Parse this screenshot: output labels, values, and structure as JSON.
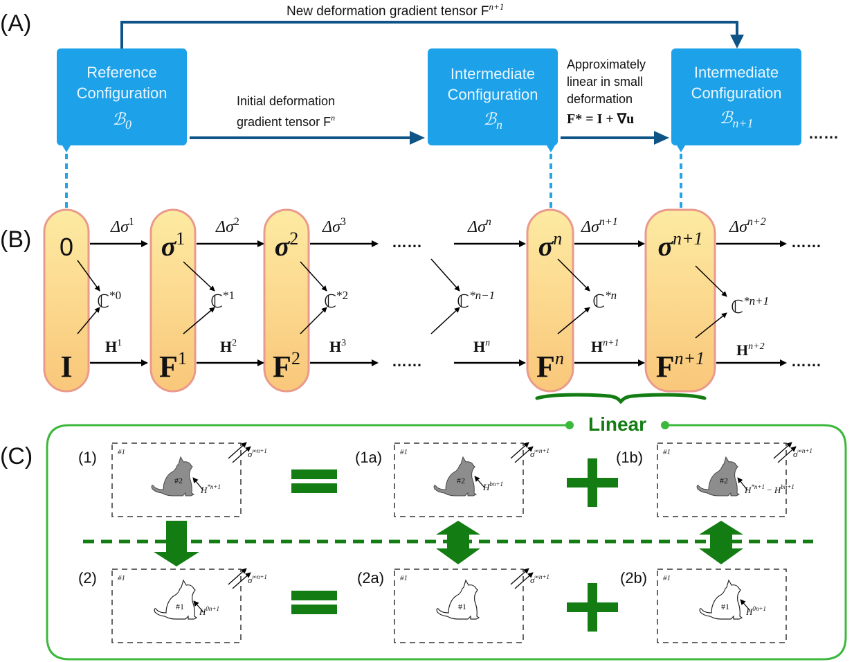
{
  "panel_labels": {
    "a": "(A)",
    "b": "(B)",
    "c": "(C)"
  },
  "colors": {
    "config_box": "#1da1e8",
    "dark_arrow": "#0f5487",
    "pill_fill_top": "#fde9a0",
    "pill_fill_bottom": "#f9c97a",
    "pill_stroke": "#e99a8c",
    "green": "#137d13",
    "green_light": "#3cb83c"
  },
  "panel_a": {
    "top_label": "New deformation gradient tensor F",
    "top_label_sup": "n+1",
    "initial_label_line1": "Initial deformation",
    "initial_label_line2": "gradient tensor F",
    "initial_label_sup": "n",
    "approx_line1": "Approximately",
    "approx_line2": "linear in small",
    "approx_line3": "deformation",
    "approx_formula": "F* = I + ∇u",
    "ellipsis": "……",
    "boxes": [
      {
        "line1": "Reference",
        "line2": "Configuration",
        "symbol": "ℬ",
        "sub": "0"
      },
      {
        "line1": "Intermediate",
        "line2": "Configuration",
        "symbol": "ℬ",
        "sub": "n"
      },
      {
        "line1": "Intermediate",
        "line2": "Configuration",
        "symbol": "ℬ",
        "sub": "n+1"
      }
    ]
  },
  "panel_b": {
    "stress_nodes": [
      {
        "base": "0",
        "sup": ""
      },
      {
        "base": "σ",
        "sup": "1"
      },
      {
        "base": "σ",
        "sup": "2"
      },
      {
        "base": "σ",
        "sup": "n"
      },
      {
        "base": "σ",
        "sup": "n+1"
      }
    ],
    "deform_nodes": [
      {
        "base": "I",
        "sup": ""
      },
      {
        "base": "F",
        "sup": "1"
      },
      {
        "base": "F",
        "sup": "2"
      },
      {
        "base": "F",
        "sup": "n"
      },
      {
        "base": "F",
        "sup": "n+1"
      }
    ],
    "stress_increments": [
      {
        "base": "Δσ",
        "sup": "1"
      },
      {
        "base": "Δσ",
        "sup": "2"
      },
      {
        "base": "Δσ",
        "sup": "3"
      },
      {
        "base": "Δσ",
        "sup": "n"
      },
      {
        "base": "Δσ",
        "sup": "n+1"
      },
      {
        "base": "Δσ",
        "sup": "n+2"
      }
    ],
    "h_increments": [
      {
        "base": "H",
        "sup": "1"
      },
      {
        "base": "H",
        "sup": "2"
      },
      {
        "base": "H",
        "sup": "3"
      },
      {
        "base": "H",
        "sup": "n"
      },
      {
        "base": "H",
        "sup": "n+1"
      },
      {
        "base": "H",
        "sup": "n+2"
      }
    ],
    "tangents": [
      {
        "base": "ℂ",
        "sup": "*0"
      },
      {
        "base": "ℂ",
        "sup": "*1"
      },
      {
        "base": "ℂ",
        "sup": "*2"
      },
      {
        "base": "ℂ",
        "sup": "*n−1"
      },
      {
        "base": "ℂ",
        "sup": "*n"
      },
      {
        "base": "ℂ",
        "sup": "*n+1"
      }
    ],
    "ellipsis": "……"
  },
  "panel_c": {
    "linear_label": "Linear",
    "problems": [
      {
        "id": "(1)",
        "region": "#1",
        "inclusion": "#2",
        "inclusion_filled": true,
        "field": "H",
        "field_sup": "*n+1",
        "far_field": "σ",
        "far_field_sup": "∞n+1"
      },
      {
        "id": "(1a)",
        "region": "#1",
        "inclusion": "#2",
        "inclusion_filled": true,
        "field": "H",
        "field_sup": "bn+1",
        "far_field": "σ",
        "far_field_sup": "∞n+1"
      },
      {
        "id": "(1b)",
        "region": "#1",
        "inclusion": "#2",
        "inclusion_filled": true,
        "field": "H",
        "field_sup": "*n+1",
        "field_minus": "H",
        "field_minus_sup": "bn+1",
        "far_field": "σ",
        "far_field_sup": "∞n+1"
      },
      {
        "id": "(2)",
        "region": "#1",
        "inclusion": "#1",
        "inclusion_filled": false,
        "field": "H",
        "field_sup": "0n+1",
        "far_field": "σ",
        "far_field_sup": "∞n+1"
      },
      {
        "id": "(2a)",
        "region": "#1",
        "inclusion": "#1",
        "inclusion_filled": false,
        "field": "",
        "field_sup": "",
        "far_field": "σ",
        "far_field_sup": "∞n+1"
      },
      {
        "id": "(2b)",
        "region": "#1",
        "inclusion": "#1",
        "inclusion_filled": false,
        "field": "H",
        "field_sup": "0n+1",
        "far_field": "",
        "far_field_sup": ""
      }
    ],
    "operators": {
      "equals": "=",
      "plus": "+"
    }
  }
}
